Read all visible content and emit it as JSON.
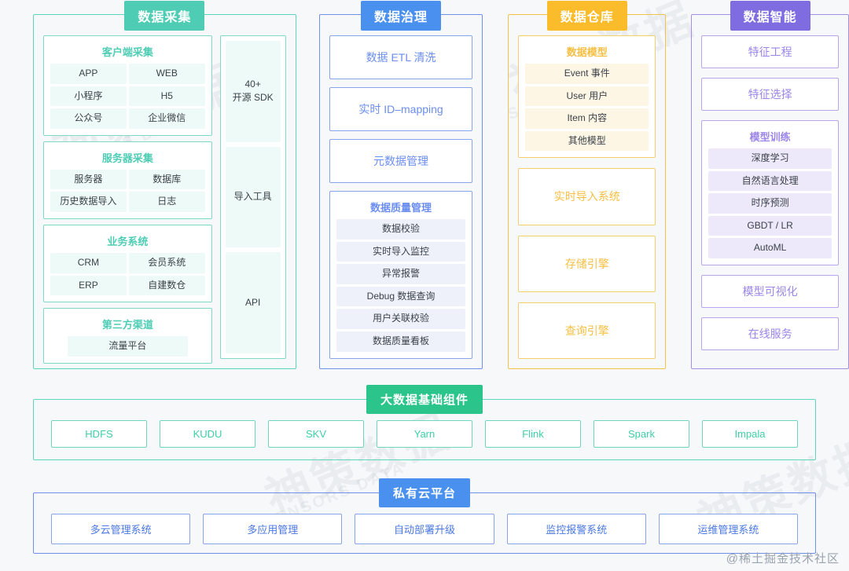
{
  "watermarks": {
    "brand_cn": "神策数据",
    "brand_en": "SENSORS DATA",
    "credit": "@稀土掘金技术社区"
  },
  "colors": {
    "collection": "#4ecdb4",
    "governance": "#4a90ee",
    "warehouse": "#fbbc2c",
    "intelligence": "#7e6ce0",
    "bigdata_band": "#2bc48a",
    "cloud_band": "#4a90ee",
    "page_background": "#f7f8fa"
  },
  "columns": {
    "collection": {
      "title": "数据采集",
      "groups": [
        {
          "title": "客户端采集",
          "layout": "grid2",
          "items": [
            "APP",
            "WEB",
            "小程序",
            "H5",
            "公众号",
            "企业微信"
          ]
        },
        {
          "title": "服务器采集",
          "layout": "grid2",
          "items": [
            "服务器",
            "数据库",
            "历史数据导入",
            "日志"
          ]
        },
        {
          "title": "业务系统",
          "layout": "grid2",
          "items": [
            "CRM",
            "会员系统",
            "ERP",
            "自建数仓"
          ]
        },
        {
          "title": "第三方渠道",
          "layout": "single",
          "items": [
            "流量平台"
          ]
        }
      ],
      "rail": [
        "40+\n开源 SDK",
        "导入工具",
        "API"
      ]
    },
    "governance": {
      "title": "数据治理",
      "blocks": [
        {
          "type": "solo",
          "label": "数据 ETL 清洗"
        },
        {
          "type": "solo",
          "label": "实时 ID–mapping"
        },
        {
          "type": "solo",
          "label": "元数据管理"
        },
        {
          "type": "group",
          "title": "数据质量管理",
          "items": [
            "数据校验",
            "实时导入监控",
            "异常报警",
            "Debug 数据查询",
            "用户关联校验",
            "数据质量看板"
          ]
        }
      ]
    },
    "warehouse": {
      "title": "数据仓库",
      "blocks": [
        {
          "type": "group",
          "title": "数据模型",
          "items": [
            "Event 事件",
            "User 用户",
            "Item 内容",
            "其他模型"
          ]
        },
        {
          "type": "solo",
          "label": "实时导入系统"
        },
        {
          "type": "solo",
          "label": "存储引擎"
        },
        {
          "type": "solo",
          "label": "查询引擎"
        }
      ]
    },
    "intelligence": {
      "title": "数据智能",
      "blocks": [
        {
          "type": "solo",
          "label": "特征工程"
        },
        {
          "type": "solo",
          "label": "特征选择"
        },
        {
          "type": "group",
          "title": "模型训练",
          "items": [
            "深度学习",
            "自然语言处理",
            "时序预测",
            "GBDT / LR",
            "AutoML"
          ]
        },
        {
          "type": "solo",
          "label": "模型可视化"
        },
        {
          "type": "solo",
          "label": "在线服务"
        }
      ]
    }
  },
  "bands": [
    {
      "title": "大数据基础组件",
      "accent": "#2bc48a",
      "items": [
        "HDFS",
        "KUDU",
        "SKV",
        "Yarn",
        "Flink",
        "Spark",
        "Impala"
      ]
    },
    {
      "title": "私有云平台",
      "accent": "#4a90ee",
      "items": [
        "多云管理系统",
        "多应用管理",
        "自动部署升级",
        "监控报警系统",
        "运维管理系统"
      ]
    }
  ]
}
